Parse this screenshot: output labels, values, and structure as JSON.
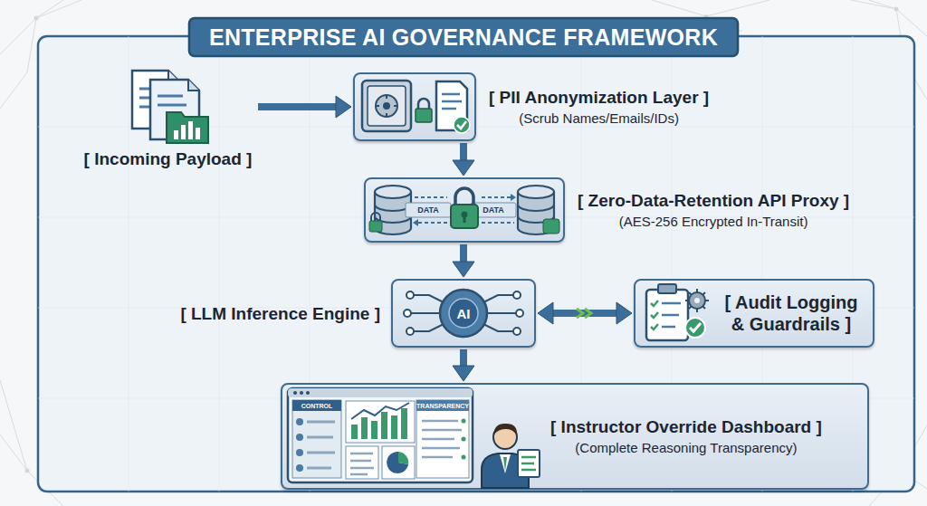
{
  "diagram": {
    "title": "ENTERPRISE AI GOVERNANCE FRAMEWORK",
    "nodes": [
      {
        "text": [
          "[ Incoming Payload ]"
        ]
      },
      {
        "text": [
          "[ PII Anonymization Layer ]",
          "(Scrub Names/Emails/IDs)"
        ]
      },
      {
        "text": [
          "[ Zero-Data-Retention API Proxy ]",
          "(AES-256 Encrypted In-Transit)"
        ]
      },
      {
        "text": [
          "[ LLM Inference Engine ]"
        ]
      },
      {
        "text": [
          "[ Audit Logging & Guardrails ]"
        ]
      },
      {
        "text": [
          "[ Instructor Override Dashboard ]",
          "(Complete Reasoning Transparency)"
        ]
      }
    ],
    "edges": [
      {
        "from": 0,
        "to": 1,
        "arrow": "to"
      },
      {
        "from": 1,
        "to": 2,
        "arrow": "to"
      },
      {
        "from": 2,
        "to": 3,
        "arrow": "to"
      },
      {
        "from": 3,
        "to": 4,
        "arrow": "both"
      },
      {
        "from": 3,
        "to": 5,
        "arrow": "to"
      }
    ],
    "labels": [
      "DATA",
      "DATA",
      "AI",
      "CONTROL",
      "TRANSPARENCY"
    ]
  }
}
